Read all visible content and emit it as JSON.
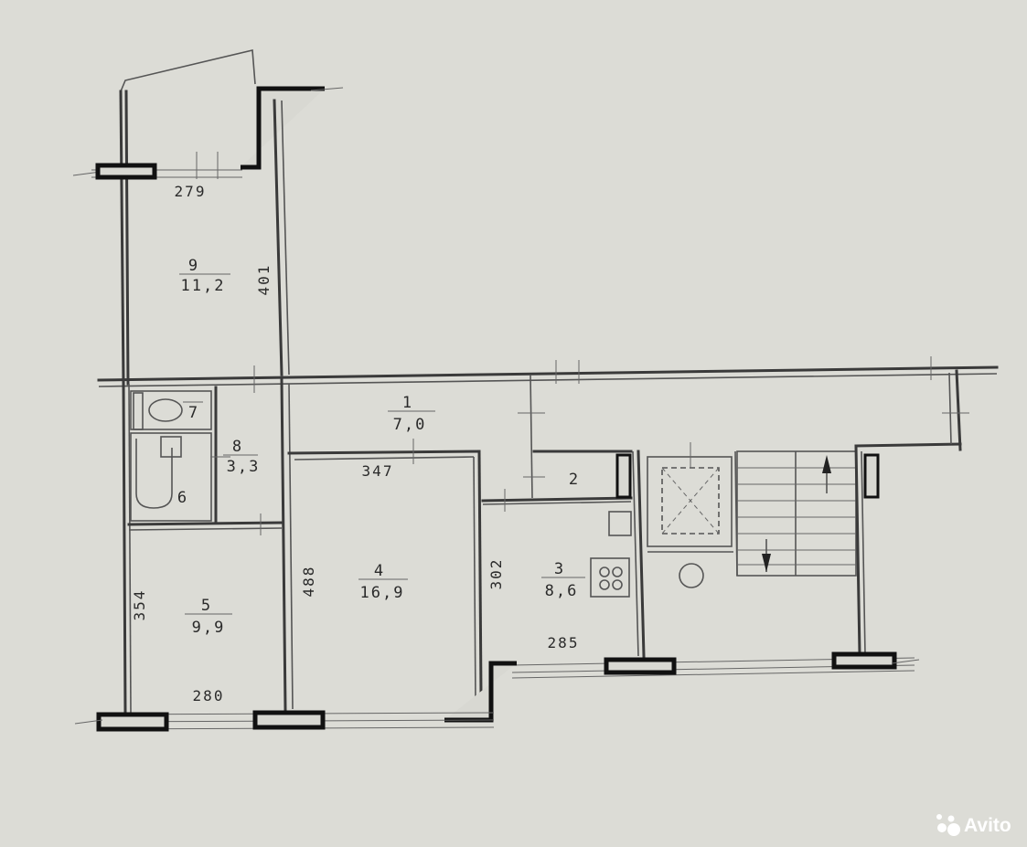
{
  "rooms": [
    {
      "number": "9",
      "area": "11,2"
    },
    {
      "number": "8",
      "area": "3,3"
    },
    {
      "number": "1",
      "area": "7,0"
    },
    {
      "number": "4",
      "area": "16,9"
    },
    {
      "number": "3",
      "area": "8,6"
    },
    {
      "number": "5",
      "area": "9,9"
    },
    {
      "number": "7"
    },
    {
      "number": "6"
    },
    {
      "number": "2"
    }
  ],
  "dimensions": [
    "279",
    "401",
    "347",
    "488",
    "302",
    "285",
    "354",
    "280"
  ],
  "watermark": {
    "text": "Avito",
    "icon": "avito-logo-icon"
  }
}
